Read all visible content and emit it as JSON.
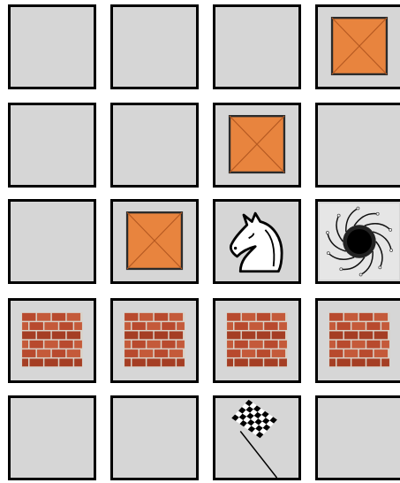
{
  "board": {
    "rows": 5,
    "cols": 4,
    "cells": [
      [
        "empty",
        "empty",
        "empty",
        "box"
      ],
      [
        "empty",
        "empty",
        "box",
        "empty"
      ],
      [
        "empty",
        "box",
        "knight",
        "black-hole"
      ],
      [
        "wall",
        "wall",
        "wall",
        "wall"
      ],
      [
        "empty",
        "empty",
        "goal-flag",
        "empty"
      ]
    ]
  },
  "icons": {
    "box": "crate-icon",
    "knight": "knight-icon",
    "black-hole": "black-hole-icon",
    "wall": "brick-wall-icon",
    "goal-flag": "checkered-flag-icon"
  },
  "colors": {
    "cell_bg": "#d6d6d6",
    "cell_border": "#000000",
    "crate_fill": "#e8843e",
    "crate_border": "#2b2b2b",
    "brick": "#b84a2e",
    "mortar": "#d9d2c8"
  }
}
